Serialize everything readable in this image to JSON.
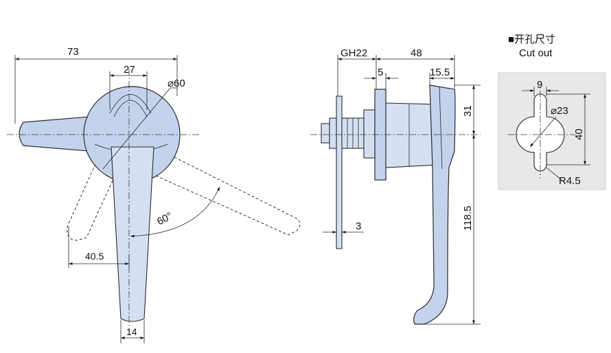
{
  "front_view": {
    "dim_overall_width": "73",
    "dim_head_width": "27",
    "dim_head_diameter": "⌀60",
    "dim_rotation_angle": "60°",
    "dim_handle_offset": "40.5",
    "dim_handle_tip_width": "14"
  },
  "side_view": {
    "dim_thread": "GH22",
    "dim_depth": "48",
    "dim_flange": "5",
    "dim_grip_offset": "15.5",
    "dim_head_height": "31",
    "dim_handle_length": "118.5",
    "dim_cam_thickness": "3"
  },
  "cutout": {
    "title_cn": "■开孔尺寸",
    "title_en": "Cut out",
    "dim_slot_width": "9",
    "dim_hole_diameter": "⌀23",
    "dim_height": "40",
    "dim_radius": "R4.5"
  },
  "colors": {
    "part_fill": "#c3d3ec",
    "cutout_panel": "#e8e8e8",
    "line": "#222222"
  }
}
